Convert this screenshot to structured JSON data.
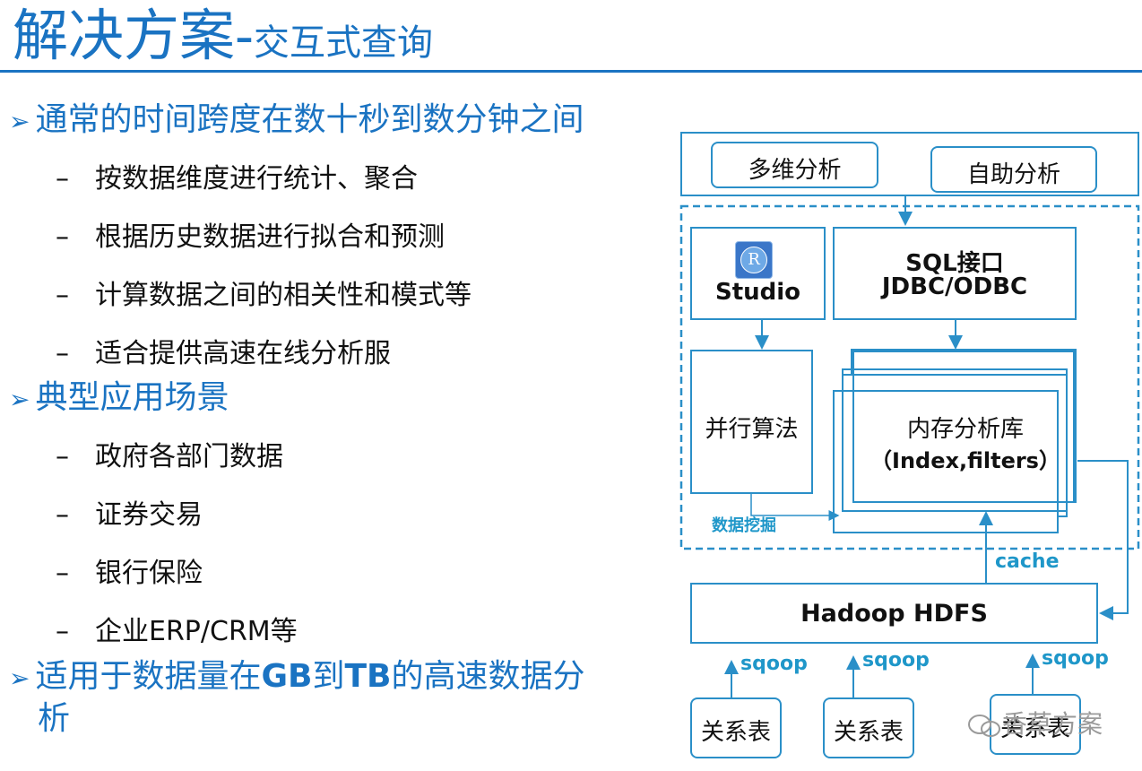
{
  "slide": {
    "title_main": "解决方案-",
    "title_sub": "交互式查询"
  },
  "bullets": [
    {
      "text": "通常的时间跨度在数十秒到数分钟之间",
      "items": [
        "按数据维度进行统计、聚合",
        "根据历史数据进行拟合和预测",
        "计算数据之间的相关性和模式等",
        "适合提供高速在线分析服"
      ]
    },
    {
      "text": "典型应用场景",
      "items": [
        "政府各部门数据",
        "证券交易",
        "银行保险",
        "企业ERP/CRM等"
      ]
    }
  ],
  "last_bullet": {
    "pre": "适用于数据量在",
    "b1": "GB",
    "mid": "到",
    "b2": "TB",
    "post": "的高速数据分",
    "wrap": "析"
  },
  "bullet_marker": "➢",
  "dash": "–",
  "diagram": {
    "top_boxes": [
      "多维分析",
      "自助分析"
    ],
    "rstudio_icon_letter": "R",
    "rstudio_label": "Studio",
    "sql_line1": "SQL接口",
    "sql_line2": "JDBC/ODBC",
    "parallel_label": "并行算法",
    "memdb_line1": "内存分析库",
    "memdb_line2": "（Index,filters）",
    "mining_label": "数据挖掘",
    "cache_label": "cache",
    "hdfs_label": "Hadoop HDFS",
    "sqoop_labels": [
      "sqoop",
      "sqoop",
      "sqoop"
    ],
    "source_boxes": [
      "关系表",
      "关系表",
      "关系表"
    ]
  },
  "watermark": "香草方案",
  "colors": {
    "title": "#1a73c2",
    "diagram": "#2a8fc8",
    "label": "#1f97c9"
  }
}
